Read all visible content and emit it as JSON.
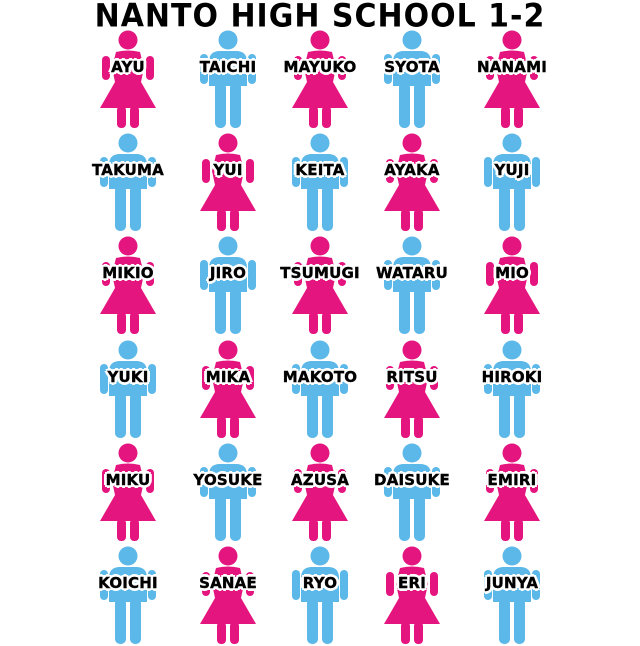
{
  "title": "NANTO HIGH SCHOOL 1-2",
  "colors": {
    "female": "#e5157f",
    "male": "#5bb8e8"
  },
  "students": [
    {
      "name": "AYU",
      "gender": "female"
    },
    {
      "name": "TAICHI",
      "gender": "male"
    },
    {
      "name": "MAYUKO",
      "gender": "female"
    },
    {
      "name": "SYOTA",
      "gender": "male"
    },
    {
      "name": "NANAMI",
      "gender": "female"
    },
    {
      "name": "TAKUMA",
      "gender": "male"
    },
    {
      "name": "YUI",
      "gender": "female"
    },
    {
      "name": "KEITA",
      "gender": "male"
    },
    {
      "name": "AYAKA",
      "gender": "female"
    },
    {
      "name": "YUJI",
      "gender": "male"
    },
    {
      "name": "MIKIO",
      "gender": "female"
    },
    {
      "name": "JIRO",
      "gender": "male"
    },
    {
      "name": "TSUMUGI",
      "gender": "female"
    },
    {
      "name": "WATARU",
      "gender": "male"
    },
    {
      "name": "MIO",
      "gender": "female"
    },
    {
      "name": "YUKI",
      "gender": "male"
    },
    {
      "name": "MIKA",
      "gender": "female"
    },
    {
      "name": "MAKOTO",
      "gender": "male"
    },
    {
      "name": "RITSU",
      "gender": "female"
    },
    {
      "name": "HIROKI",
      "gender": "male"
    },
    {
      "name": "MIKU",
      "gender": "female"
    },
    {
      "name": "YOSUKE",
      "gender": "male"
    },
    {
      "name": "AZUSA",
      "gender": "female"
    },
    {
      "name": "DAISUKE",
      "gender": "male"
    },
    {
      "name": "EMIRI",
      "gender": "female"
    },
    {
      "name": "KOICHI",
      "gender": "male"
    },
    {
      "name": "SANAE",
      "gender": "female"
    },
    {
      "name": "RYO",
      "gender": "male"
    },
    {
      "name": "ERI",
      "gender": "female"
    },
    {
      "name": "JUNYA",
      "gender": "male"
    }
  ]
}
